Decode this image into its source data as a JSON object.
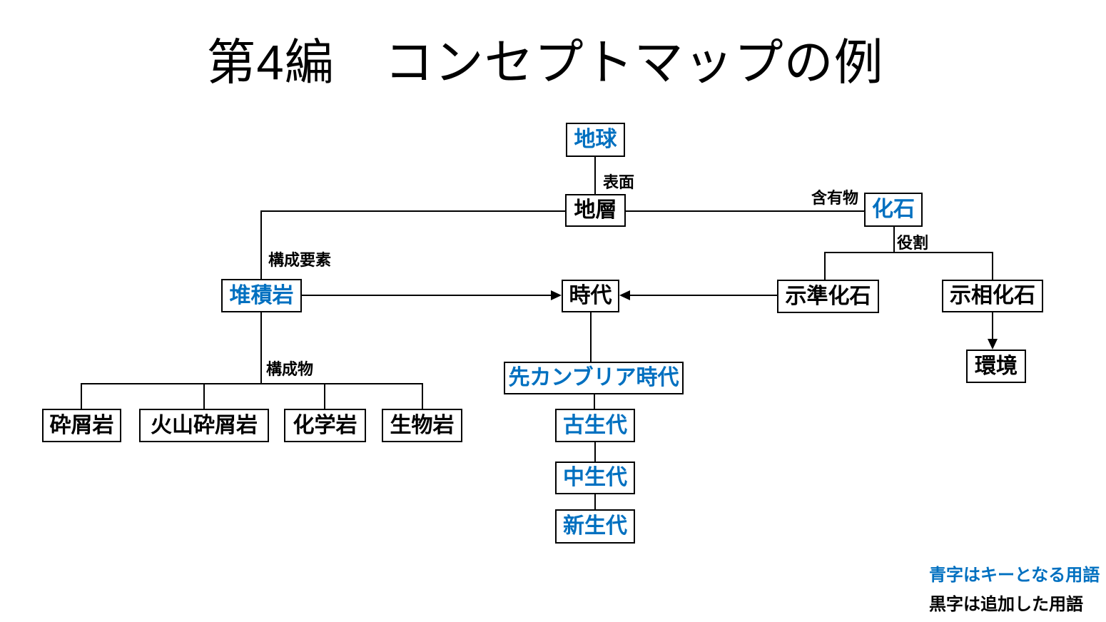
{
  "title": "第4編　コンセプトマップの例",
  "colors": {
    "key_term_blue": "#0070C0",
    "added_term_black": "#000000",
    "box_border": "#000000",
    "background": "#FFFFFF"
  },
  "nodes": {
    "earth": {
      "label": "地球",
      "type": "key"
    },
    "strata": {
      "label": "地層",
      "type": "added"
    },
    "fossil": {
      "label": "化石",
      "type": "key"
    },
    "sedimentary": {
      "label": "堆積岩",
      "type": "key"
    },
    "era": {
      "label": "時代",
      "type": "added"
    },
    "index_fossil": {
      "label": "示準化石",
      "type": "added"
    },
    "facies_fossil": {
      "label": "示相化石",
      "type": "added"
    },
    "environment": {
      "label": "環境",
      "type": "added"
    },
    "precambrian": {
      "label": "先カンブリア時代",
      "type": "key"
    },
    "paleozoic": {
      "label": "古生代",
      "type": "key"
    },
    "mesozoic": {
      "label": "中生代",
      "type": "key"
    },
    "cenozoic": {
      "label": "新生代",
      "type": "key"
    },
    "clastic": {
      "label": "砕屑岩",
      "type": "added"
    },
    "volcaniclastic": {
      "label": "火山砕屑岩",
      "type": "added"
    },
    "chemical": {
      "label": "化学岩",
      "type": "added"
    },
    "biological": {
      "label": "生物岩",
      "type": "added"
    }
  },
  "edge_labels": {
    "surface": "表面",
    "inclusion": "含有物",
    "role": "役割",
    "component_element": "構成要素",
    "component": "構成物"
  },
  "legend": {
    "blue_note": "青字はキーとなる用語",
    "black_note": "黒字は追加した用語"
  }
}
